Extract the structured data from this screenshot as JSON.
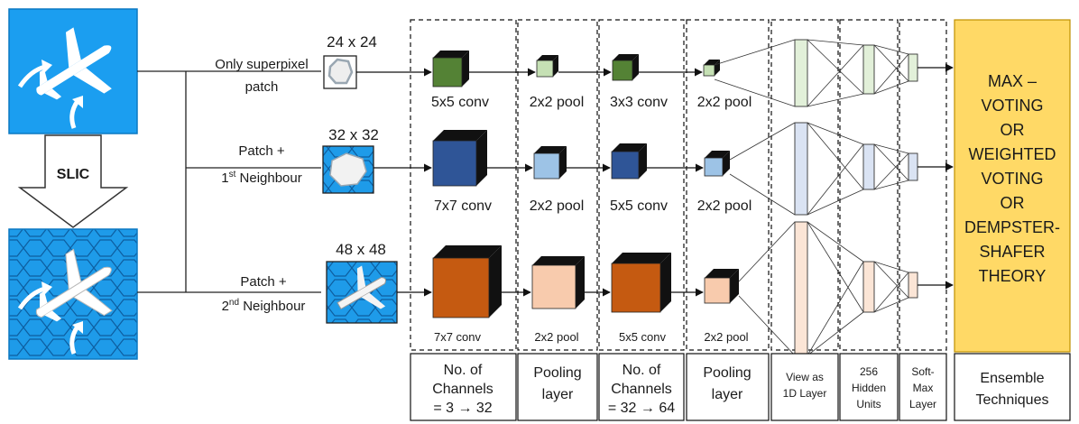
{
  "slic_label": "SLIC",
  "branches": [
    {
      "patch_label": [
        "Only superpixel",
        "patch"
      ],
      "patch_size": "24 x 24",
      "conv1": "5x5 conv",
      "pool1": "2x2 pool",
      "conv2": "3x3 conv",
      "pool2": "2x2 pool",
      "colors": {
        "conv": "#548235",
        "pool": "#c5e0b4",
        "fc": "#e2f0d9"
      }
    },
    {
      "patch_label_main": "Patch +",
      "patch_label_ordinal": "1",
      "patch_label_sup": "st",
      "patch_label_rest": " Neighbour",
      "patch_size": "32 x 32",
      "conv1": "7x7 conv",
      "pool1": "2x2 pool",
      "conv2": "5x5 conv",
      "pool2": "2x2 pool",
      "colors": {
        "conv": "#2f5597",
        "pool": "#9dc3e6",
        "fc": "#dae3f3"
      }
    },
    {
      "patch_label_main": "Patch +",
      "patch_label_ordinal": "2",
      "patch_label_sup": "nd",
      "patch_label_rest": "  Neighbour",
      "patch_size": "48 x 48",
      "conv1": "7x7 conv",
      "pool1": "2x2 pool",
      "conv2": "5x5 conv",
      "pool2": "2x2 pool",
      "colors": {
        "conv": "#c55a11",
        "pool": "#f8cbad",
        "fc": "#fbe5d6"
      }
    }
  ],
  "stage_captions": {
    "channels1": [
      "No. of",
      "Channels",
      "=  3 → 32"
    ],
    "pooling1": [
      "Pooling",
      "layer"
    ],
    "channels2": [
      "No. of",
      "Channels",
      "= 32 → 64"
    ],
    "pooling2": [
      "Pooling",
      "layer"
    ],
    "view1d": [
      "View as",
      "1D Layer"
    ],
    "hidden": [
      "256",
      "Hidden",
      "Units"
    ],
    "softmax": [
      "Soft-",
      "Max",
      "Layer"
    ],
    "ensemble": [
      "Ensemble",
      "Techniques"
    ]
  },
  "ensemble_box_lines": [
    "MAX –",
    "VOTING",
    "OR",
    "WEIGHTED",
    "VOTING",
    "OR",
    "DEMPSTER-",
    "SHAFER",
    "THEORY"
  ],
  "colors": {
    "input_blue": "#1b9ef0",
    "ensemble_fill": "#ffd966",
    "ensemble_stroke": "#bf9000",
    "patch_blue": "#1e9be9"
  },
  "icons": [
    "airplane-icon",
    "arrow-icon",
    "superpixel-patch-icon"
  ]
}
